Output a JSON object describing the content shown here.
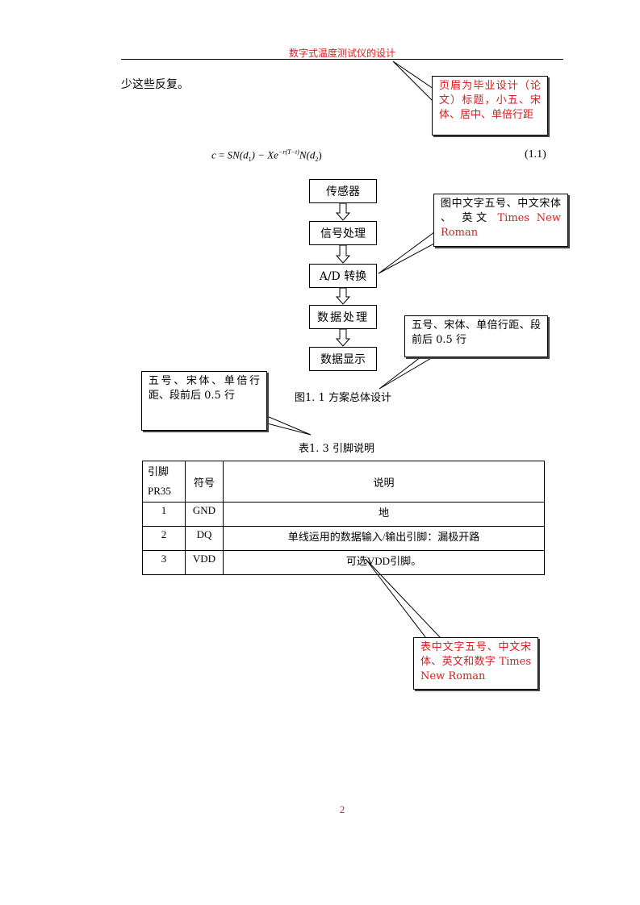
{
  "header": {
    "title": "数字式温度测试仪的设计"
  },
  "body_text": "少这些反复。",
  "formula": {
    "lhs": "c",
    "eq": " = ",
    "s_n": "SN(d",
    "sub1": "1",
    "mid": ") − Xe",
    "exp": "−r(T−t)",
    "n2": "N(d",
    "sub2": "2",
    "close": ")",
    "number": "(1.1)"
  },
  "flowchart": {
    "steps": [
      "传感器",
      "信号处理",
      "A/D 转换",
      "数据处理",
      "数据显示"
    ]
  },
  "figure_caption": "图1. 1  方案总体设计",
  "table_caption": "表1. 3  引脚说明",
  "table": {
    "headers": [
      "引脚 PR35",
      "符号",
      "说明"
    ],
    "rows": [
      [
        "1",
        "GND",
        "地"
      ],
      [
        "2",
        "DQ",
        "单线运用的数据输入/输出引脚：漏极开路"
      ],
      [
        "3",
        "VDD",
        "可选VDD引脚。"
      ]
    ]
  },
  "callouts": {
    "header_note": "页眉为毕业设计（论文）标题，小五、宋体、居中、单倍行距",
    "figure_note_cn": "图中文字五号、中文宋体 、 英文 ",
    "figure_note_en": "Times New Roman",
    "para_note": "五号、宋体、单倍行距、段前后 0.5 行",
    "left_note": "五号、宋体、单倍行距、段前后 0.5 行",
    "table_note": "表中文字五号、中文宋体、英文和数字 Times New Roman"
  },
  "page_number": "2",
  "colors": {
    "annotation_red": "#d42020",
    "text": "#000000"
  }
}
